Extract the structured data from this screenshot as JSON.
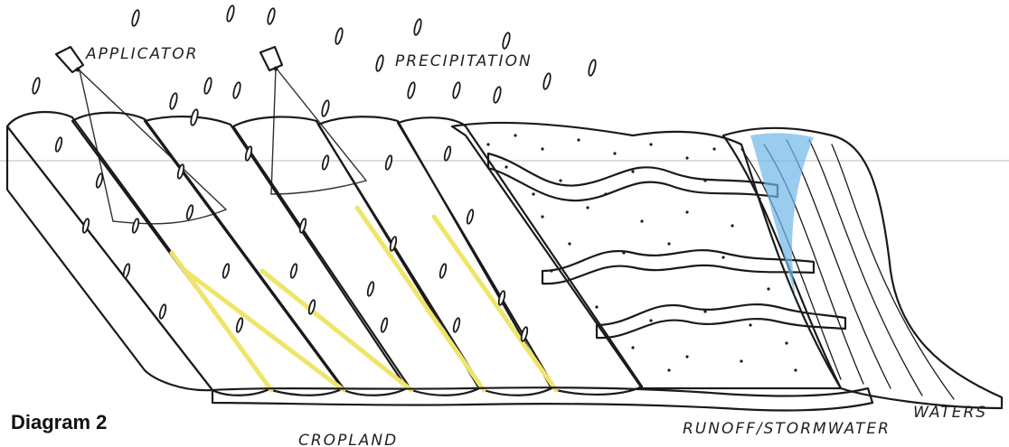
{
  "labels": {
    "applicator": "APPLICATOR",
    "precipitation": "PRECIPITATION",
    "cropland": "CROPLAND",
    "runoff": "RUNOFF/STORMWATER",
    "waters": "WATERS"
  },
  "caption": "Diagram 2",
  "colors": {
    "crop_green": "#7ed35a",
    "crop_dark": "#5cb83c",
    "spray_yellow": "#f2ea6e",
    "runoff_yellow": "#efe56a",
    "water_blue": "#3a95d8",
    "water_light": "#6fb6e8",
    "ink": "#1a1a1a"
  },
  "icons": {
    "applicator": "spray-nozzle-icon",
    "raindrop": "raindrop-icon"
  }
}
